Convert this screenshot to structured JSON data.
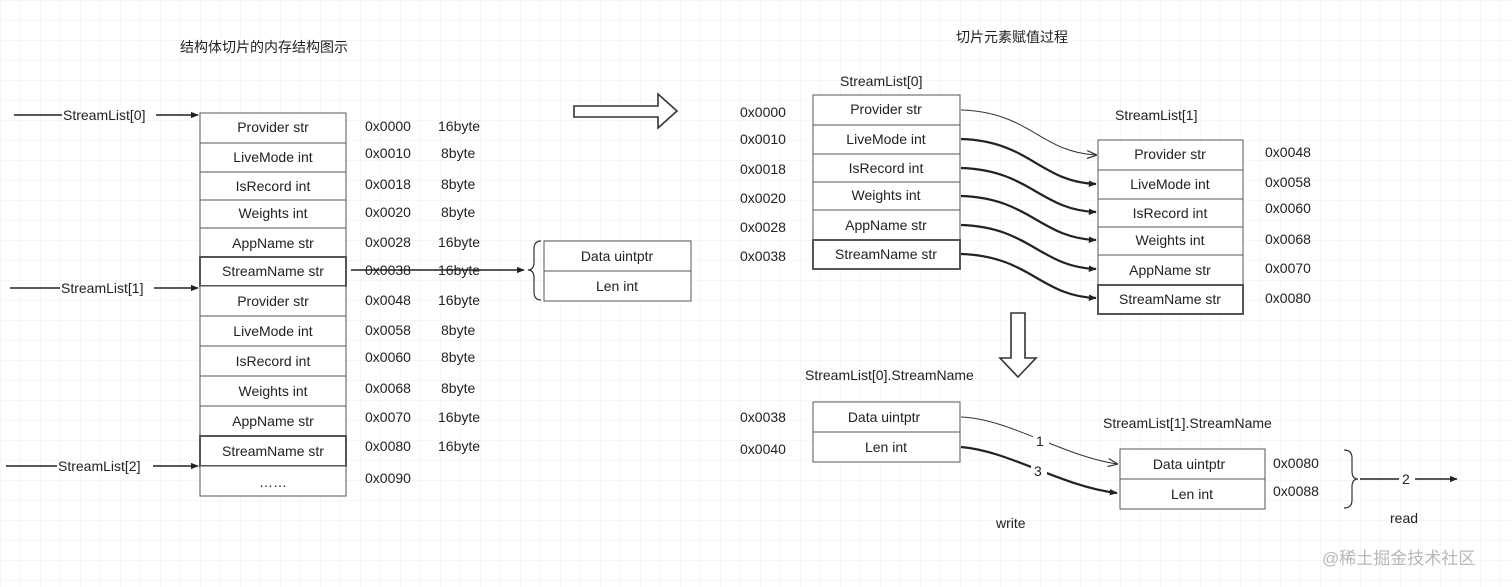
{
  "left": {
    "title": "结构体切片的内存结构图示",
    "pointers": [
      "StreamList[0]",
      "StreamList[1]",
      "StreamList[2]"
    ],
    "cells": [
      {
        "label": "Provider str",
        "addr": "0x0000",
        "size": "16byte"
      },
      {
        "label": "LiveMode int",
        "addr": "0x0010",
        "size": "8byte"
      },
      {
        "label": "IsRecord int",
        "addr": "0x0018",
        "size": "8byte"
      },
      {
        "label": "Weights int",
        "addr": "0x0020",
        "size": "8byte"
      },
      {
        "label": "AppName str",
        "addr": "0x0028",
        "size": "16byte"
      },
      {
        "label": "StreamName str",
        "addr": "0x0038",
        "size": "16byte"
      },
      {
        "label": "Provider str",
        "addr": "0x0048",
        "size": "16byte"
      },
      {
        "label": "LiveMode int",
        "addr": "0x0058",
        "size": "8byte"
      },
      {
        "label": "IsRecord int",
        "addr": "0x0060",
        "size": "8byte"
      },
      {
        "label": "Weights int",
        "addr": "0x0068",
        "size": "8byte"
      },
      {
        "label": "AppName str",
        "addr": "0x0070",
        "size": "16byte"
      },
      {
        "label": "StreamName str",
        "addr": "0x0080",
        "size": "16byte"
      },
      {
        "label": "……",
        "addr": "0x0090",
        "size": ""
      }
    ],
    "string_header": [
      "Data uintptr",
      "Len int"
    ]
  },
  "right": {
    "title": "切片元素赋值过程",
    "src_label": "StreamList[0]",
    "dst_label": "StreamList[1]",
    "src_cells": [
      {
        "label": "Provider str",
        "addr": "0x0000"
      },
      {
        "label": "LiveMode int",
        "addr": "0x0010"
      },
      {
        "label": "IsRecord int",
        "addr": "0x0018"
      },
      {
        "label": "Weights int",
        "addr": "0x0020"
      },
      {
        "label": "AppName str",
        "addr": "0x0028"
      },
      {
        "label": "StreamName str",
        "addr": "0x0038"
      }
    ],
    "dst_cells": [
      {
        "label": "Provider str",
        "addr": "0x0048"
      },
      {
        "label": "LiveMode int",
        "addr": "0x0058"
      },
      {
        "label": "IsRecord int",
        "addr": "0x0060"
      },
      {
        "label": "Weights int",
        "addr": "0x0068"
      },
      {
        "label": "AppName str",
        "addr": "0x0070"
      },
      {
        "label": "StreamName str",
        "addr": "0x0080"
      }
    ],
    "lower_src_label": "StreamList[0].StreamName",
    "lower_dst_label": "StreamList[1].StreamName",
    "lower_src_cells": [
      {
        "label": "Data uintptr",
        "addr": "0x0038"
      },
      {
        "label": "Len int",
        "addr": "0x0040"
      }
    ],
    "lower_dst_cells": [
      {
        "label": "Data uintptr",
        "addr": "0x0080"
      },
      {
        "label": "Len int",
        "addr": "0x0088"
      }
    ],
    "step_1": "1",
    "step_2": "2",
    "step_3": "3",
    "write_label": "write",
    "read_label": "read"
  },
  "watermark": "@稀土掘金技术社区",
  "colors": {
    "grid": "#ececec",
    "stroke": "#555555",
    "text": "#222222"
  }
}
